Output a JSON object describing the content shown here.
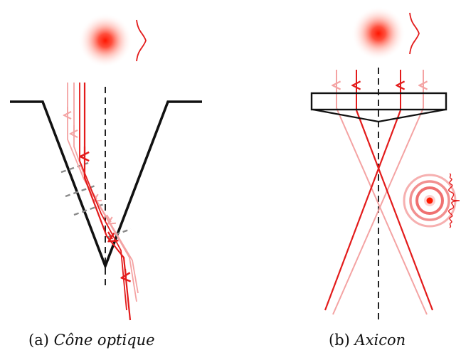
{
  "figure": {
    "panel_a": {
      "tag": "(a)",
      "name": "Cône optique"
    },
    "panel_b": {
      "tag": "(b)",
      "name": "Axicon"
    }
  },
  "colors": {
    "beam_strong": "#e31b1b",
    "beam_light": "#f4a3a3",
    "structure": "#111111",
    "axis": "#222222",
    "wavefront": "#8a8a8a",
    "spot_center": "#ff1a00"
  }
}
